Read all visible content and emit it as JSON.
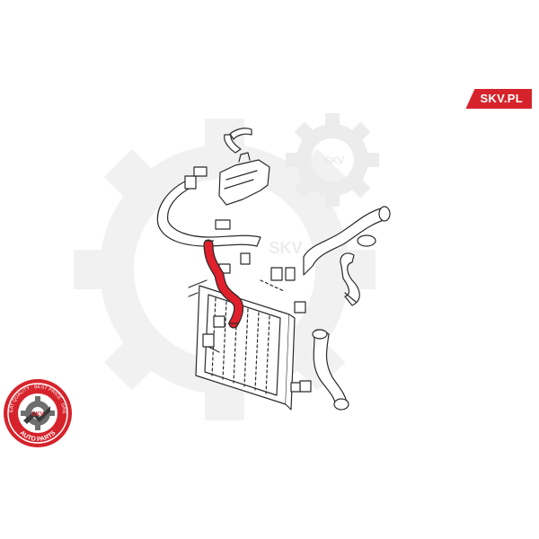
{
  "brand": {
    "badge_text": "SKV.PL",
    "accent_color": "#d6232b",
    "watermark_text": "SKV",
    "seal": {
      "center_text": "SKV",
      "ring_top_text": "GREAT QUALITY · BEST PRICE · GREAT",
      "ring_bottom_text": "AUTO PARTS"
    }
  },
  "diagram": {
    "highlighted_part_color": "#e0202b",
    "line_color": "#2a2a2a",
    "watermark_color": "#ececec",
    "icons": [
      "gear-watermark-icon",
      "brand-seal-icon"
    ]
  }
}
